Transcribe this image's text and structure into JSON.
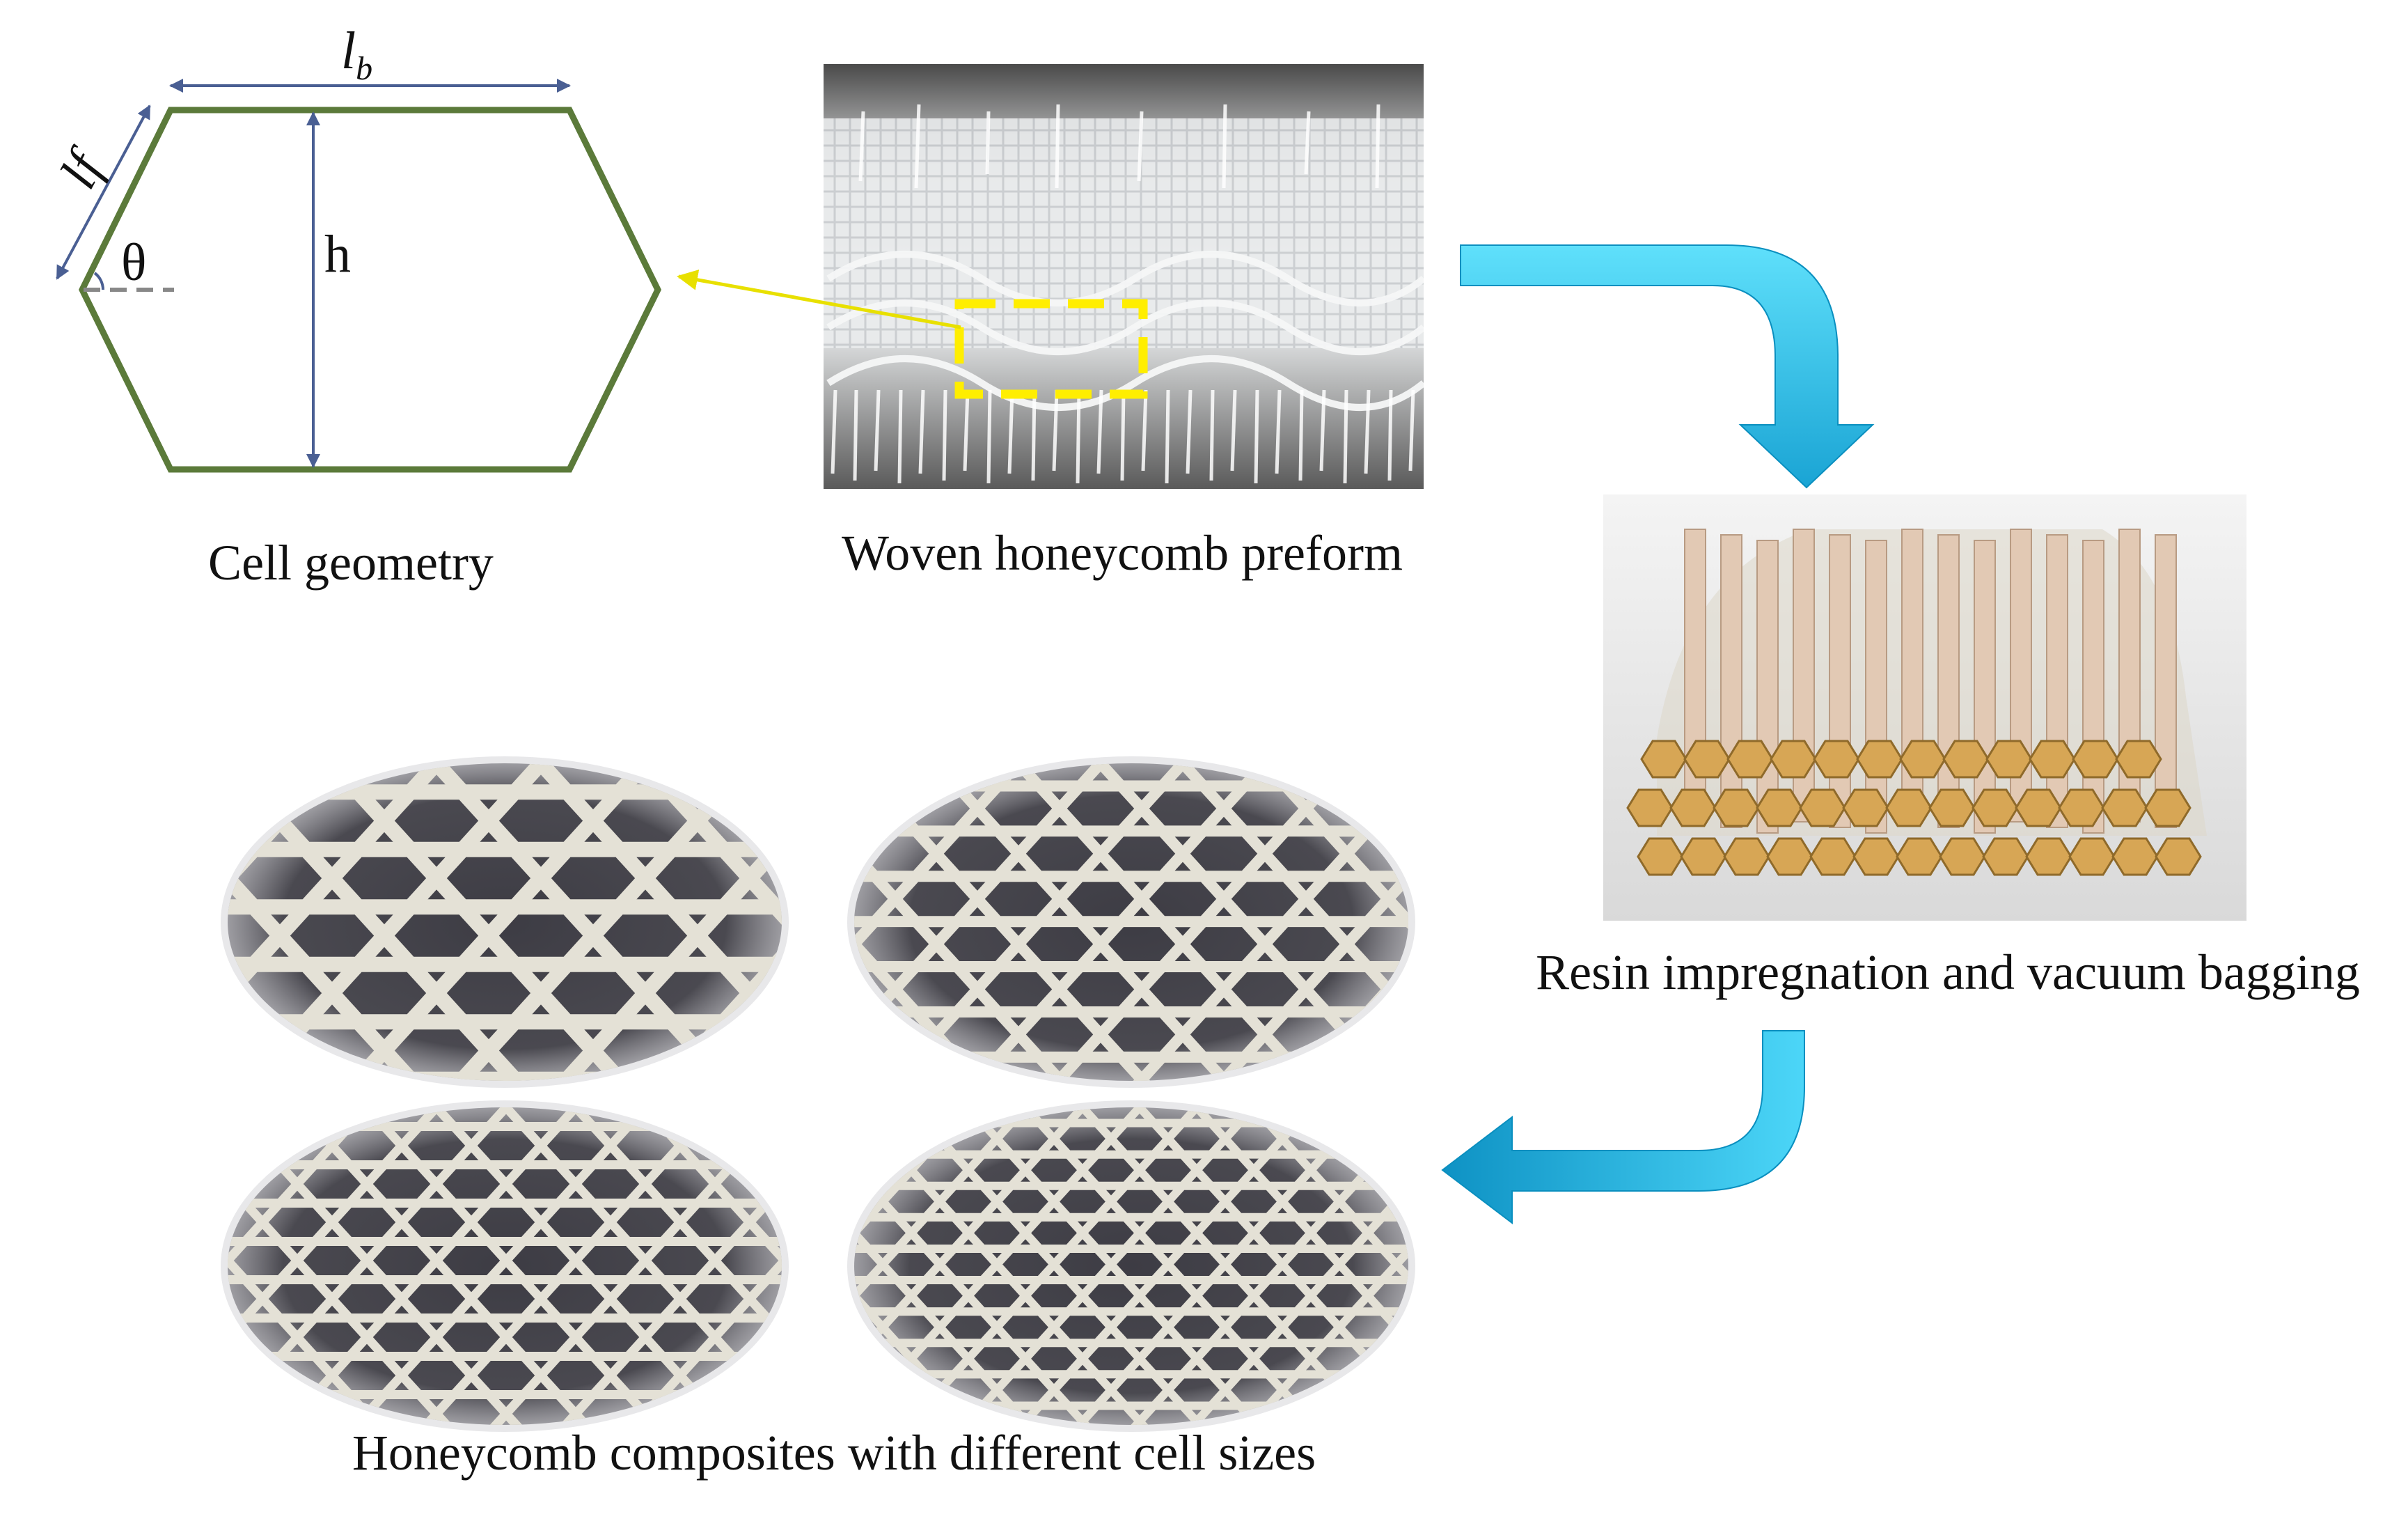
{
  "cell_geometry": {
    "caption": "Cell geometry",
    "labels": {
      "lb": "l",
      "lb_sub": "b",
      "lf": "lf",
      "theta": "θ",
      "h": "h"
    },
    "colors": {
      "outline": "#5b7a3a",
      "dimension": "#4a5f93",
      "angle_ref": "#888888"
    }
  },
  "preform": {
    "caption": "Woven honeycomb preform",
    "colors": {
      "highlight": "#ffee00",
      "pointer": "#e8e000"
    }
  },
  "bagging": {
    "caption": "Resin impregnation and vacuum bagging"
  },
  "composites": {
    "caption": "Honeycomb composites with different cell sizes",
    "samples": 4
  },
  "flow_arrows": {
    "colors": {
      "light": "#44d4f6",
      "dark": "#0a8fbf"
    },
    "count": 2
  }
}
